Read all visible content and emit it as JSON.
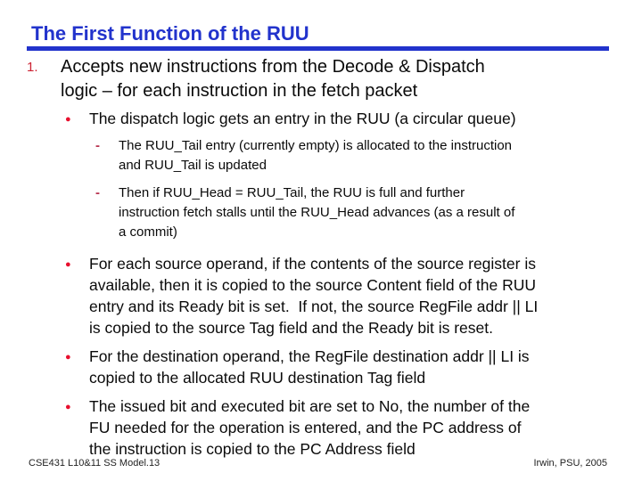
{
  "slide": {
    "title": "The First Function of the RUU",
    "item_number": "1.",
    "item_text": "Accepts new instructions from the Decode & Dispatch\nlogic – for each instruction in the fetch packet",
    "bullets": [
      {
        "marker": "●",
        "text": "The dispatch logic gets an entry in the RUU (a circular queue)"
      },
      {
        "marker": "-",
        "text": "The RUU_Tail entry (currently empty) is allocated to the instruction\nand RUU_Tail is updated"
      },
      {
        "marker": "-",
        "text": "Then if RUU_Head = RUU_Tail, the RUU is full and further\ninstruction fetch stalls until the RUU_Head advances (as a result of\na commit)"
      },
      {
        "marker": "●",
        "text": "For each source operand, if the contents of the source register is\navailable, then it is copied to the source Content field of the RUU\nentry and its Ready bit is set.  If not, the source RegFile addr || LI\nis copied to the source Tag field and the Ready bit is reset."
      },
      {
        "marker": "●",
        "text": "For the destination operand, the RegFile destination addr || LI is\ncopied to the allocated RUU destination Tag field"
      },
      {
        "marker": "●",
        "text": "The issued bit and executed bit are set to No, the number of the\nFU needed for the operation is entered, and the PC address of\nthe instruction is copied to the PC Address field"
      }
    ]
  },
  "footer": {
    "left": "CSE431  L10&11 SS Model.13",
    "right": "Irwin, PSU, 2005"
  },
  "colors": {
    "title_blue": "#2233cc",
    "bullet_red": "#e8102e",
    "number_red": "#cc2233",
    "dash_crimson": "#b83350",
    "text_black": "#0a0a0a"
  }
}
